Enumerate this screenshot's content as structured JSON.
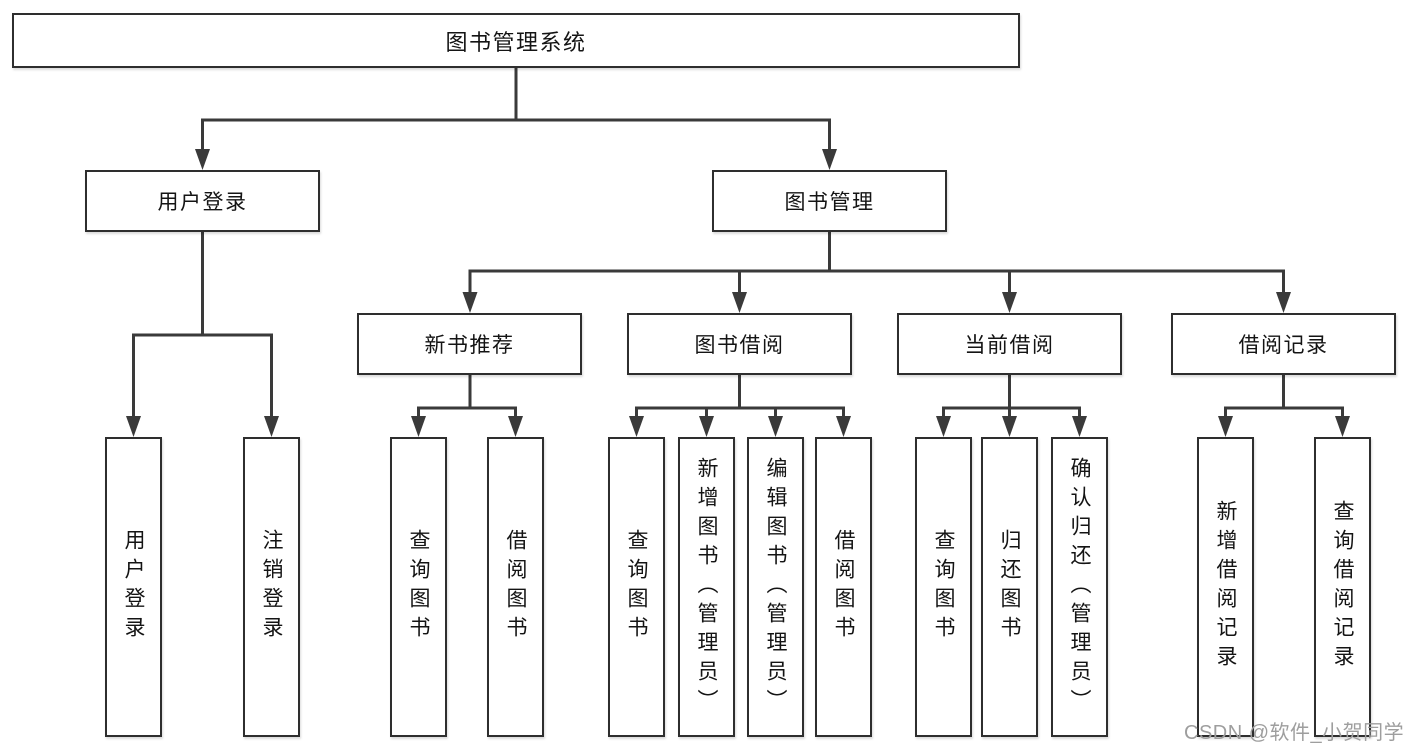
{
  "tree": {
    "root": "图书管理系统",
    "children": [
      {
        "label": "用户登录",
        "children": [
          "用户登录",
          "注销登录"
        ]
      },
      {
        "label": "图书管理",
        "children": [
          {
            "label": "新书推荐",
            "children": [
              "查询图书",
              "借阅图书"
            ]
          },
          {
            "label": "图书借阅",
            "children": [
              "查询图书",
              "新增图书（管理员）",
              "编辑图书（管理员）",
              "借阅图书"
            ]
          },
          {
            "label": "当前借阅",
            "children": [
              "查询图书",
              "归还图书",
              "确认归还（管理员）"
            ]
          },
          {
            "label": "借阅记录",
            "children": [
              "新增借阅记录",
              "查询借阅记录"
            ]
          }
        ]
      }
    ]
  },
  "watermark": {
    "text": "CSDN @软件_小贺同学"
  },
  "colors": {
    "line": "#3a3a3a",
    "box_border": "#2e2e2e",
    "text": "#141414",
    "background": "#ffffff",
    "watermark": "#9e9e9e"
  }
}
